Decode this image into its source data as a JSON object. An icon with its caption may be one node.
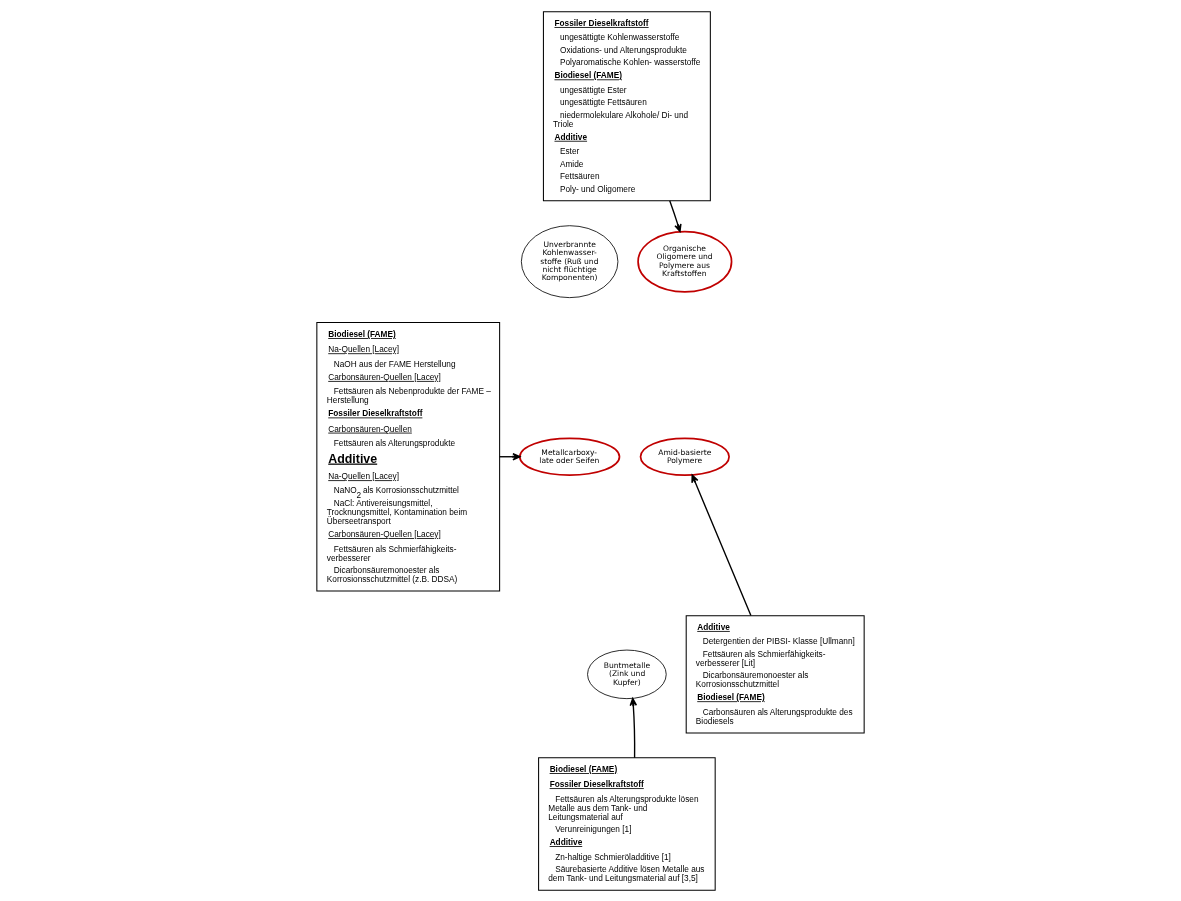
{
  "diagram": {
    "nodes": [
      {
        "text": [
          "Biodiesel (FAME)",
          "Na-Quellen [Lacey]",
          "NaOH aus der FAME Herstellung",
          "Carbonsäuren-Quellen [Lacey]",
          "Fettsäuren als Nebenprodukte der FAME – Herstellung",
          "Fossiler Dieselkraftstoff",
          "Carbonsäuren-Quellen",
          "Fettsäuren als Alterungsprodukte",
          "Additive",
          "Na-Quellen [Lacey]",
          "NaNO$_{2}$ als Korrosionsschutzmittel",
          "NaCl: Antivereisungsmittel, Trocknungsmittel, Kontamination beim Überseetransport",
          "Carbonsäuren-Quellen [Lacey]",
          "Fettsäuren als Schmierfähigkeits- verbesserer",
          "Dicarbonsäuremonoester als Korrosionsschutzmittel (z.B. DDSA)"
        ]
      },
      {
        "text": [
          "Fossiler Dieselkraftstoff",
          "ungesättigte Kohlenwasserstoffe",
          "Oxidations- und Alterungsprodukte",
          "Polyaromatische Kohlen- wasserstoffe",
          "Biodiesel (FAME)",
          "ungesättigte Ester",
          "ungesättigte Fettsäuren",
          "niedermolekulare Alkohole/ Di- und Triole",
          "Additive",
          "Ester",
          "Amide",
          "Fettsäuren",
          "Poly- und Oligomere"
        ]
      },
      {
        "text": [
          "Additive",
          "Detergentien der PIBSI- Klasse [Ullmann]",
          "Fettsäuren als Schmierfähigkeits- verbesserer [Lit]",
          "Dicarbonsäuremonoester als Korrosionsschutzmittel",
          "Biodiesel (FAME)",
          "Carbonsäuren als Alterungsprodukte des Biodiesels"
        ]
      },
      {
        "text": [
          "Biodiesel (FAME)",
          "Fossiler Dieselkraftstoff",
          "Fettsäuren als Alterungsprodukte lösen Metalle aus dem Tank- und Leitungsmaterial auf",
          "Verunreinigungen [1]",
          "Additive",
          "Zn-haltige Schmieröladditive [1]",
          "Säurebasierte Additive lösen Metalle aus dem Tank- und Leitungsmaterial auf [3,5]"
        ]
      },
      {
        "text": [
          "Unverbrannte Kohlenwasser- stoffe (Ruß und nicht flüchtige Komponenten)"
        ]
      },
      {
        "text": [
          "Organische Oligomere und Polymere aus Kraftstoffen"
        ]
      },
      {
        "text": [
          "Amid-basierte Polymere"
        ]
      },
      {
        "text": [
          "Buntmetalle (Zink und Kupfer)"
        ]
      },
      {
        "text": [
          "Metallcarboxy- late oder Seifen"
        ]
      }
    ],
    "edges": [
      {
        "from": 0,
        "to": 8,
        "arrow": "to"
      },
      {
        "from": 1,
        "to": 5,
        "arrow": "to"
      },
      {
        "from": 2,
        "to": 6,
        "arrow": "to"
      },
      {
        "from": 3,
        "to": 7,
        "arrow": "to"
      }
    ]
  }
}
